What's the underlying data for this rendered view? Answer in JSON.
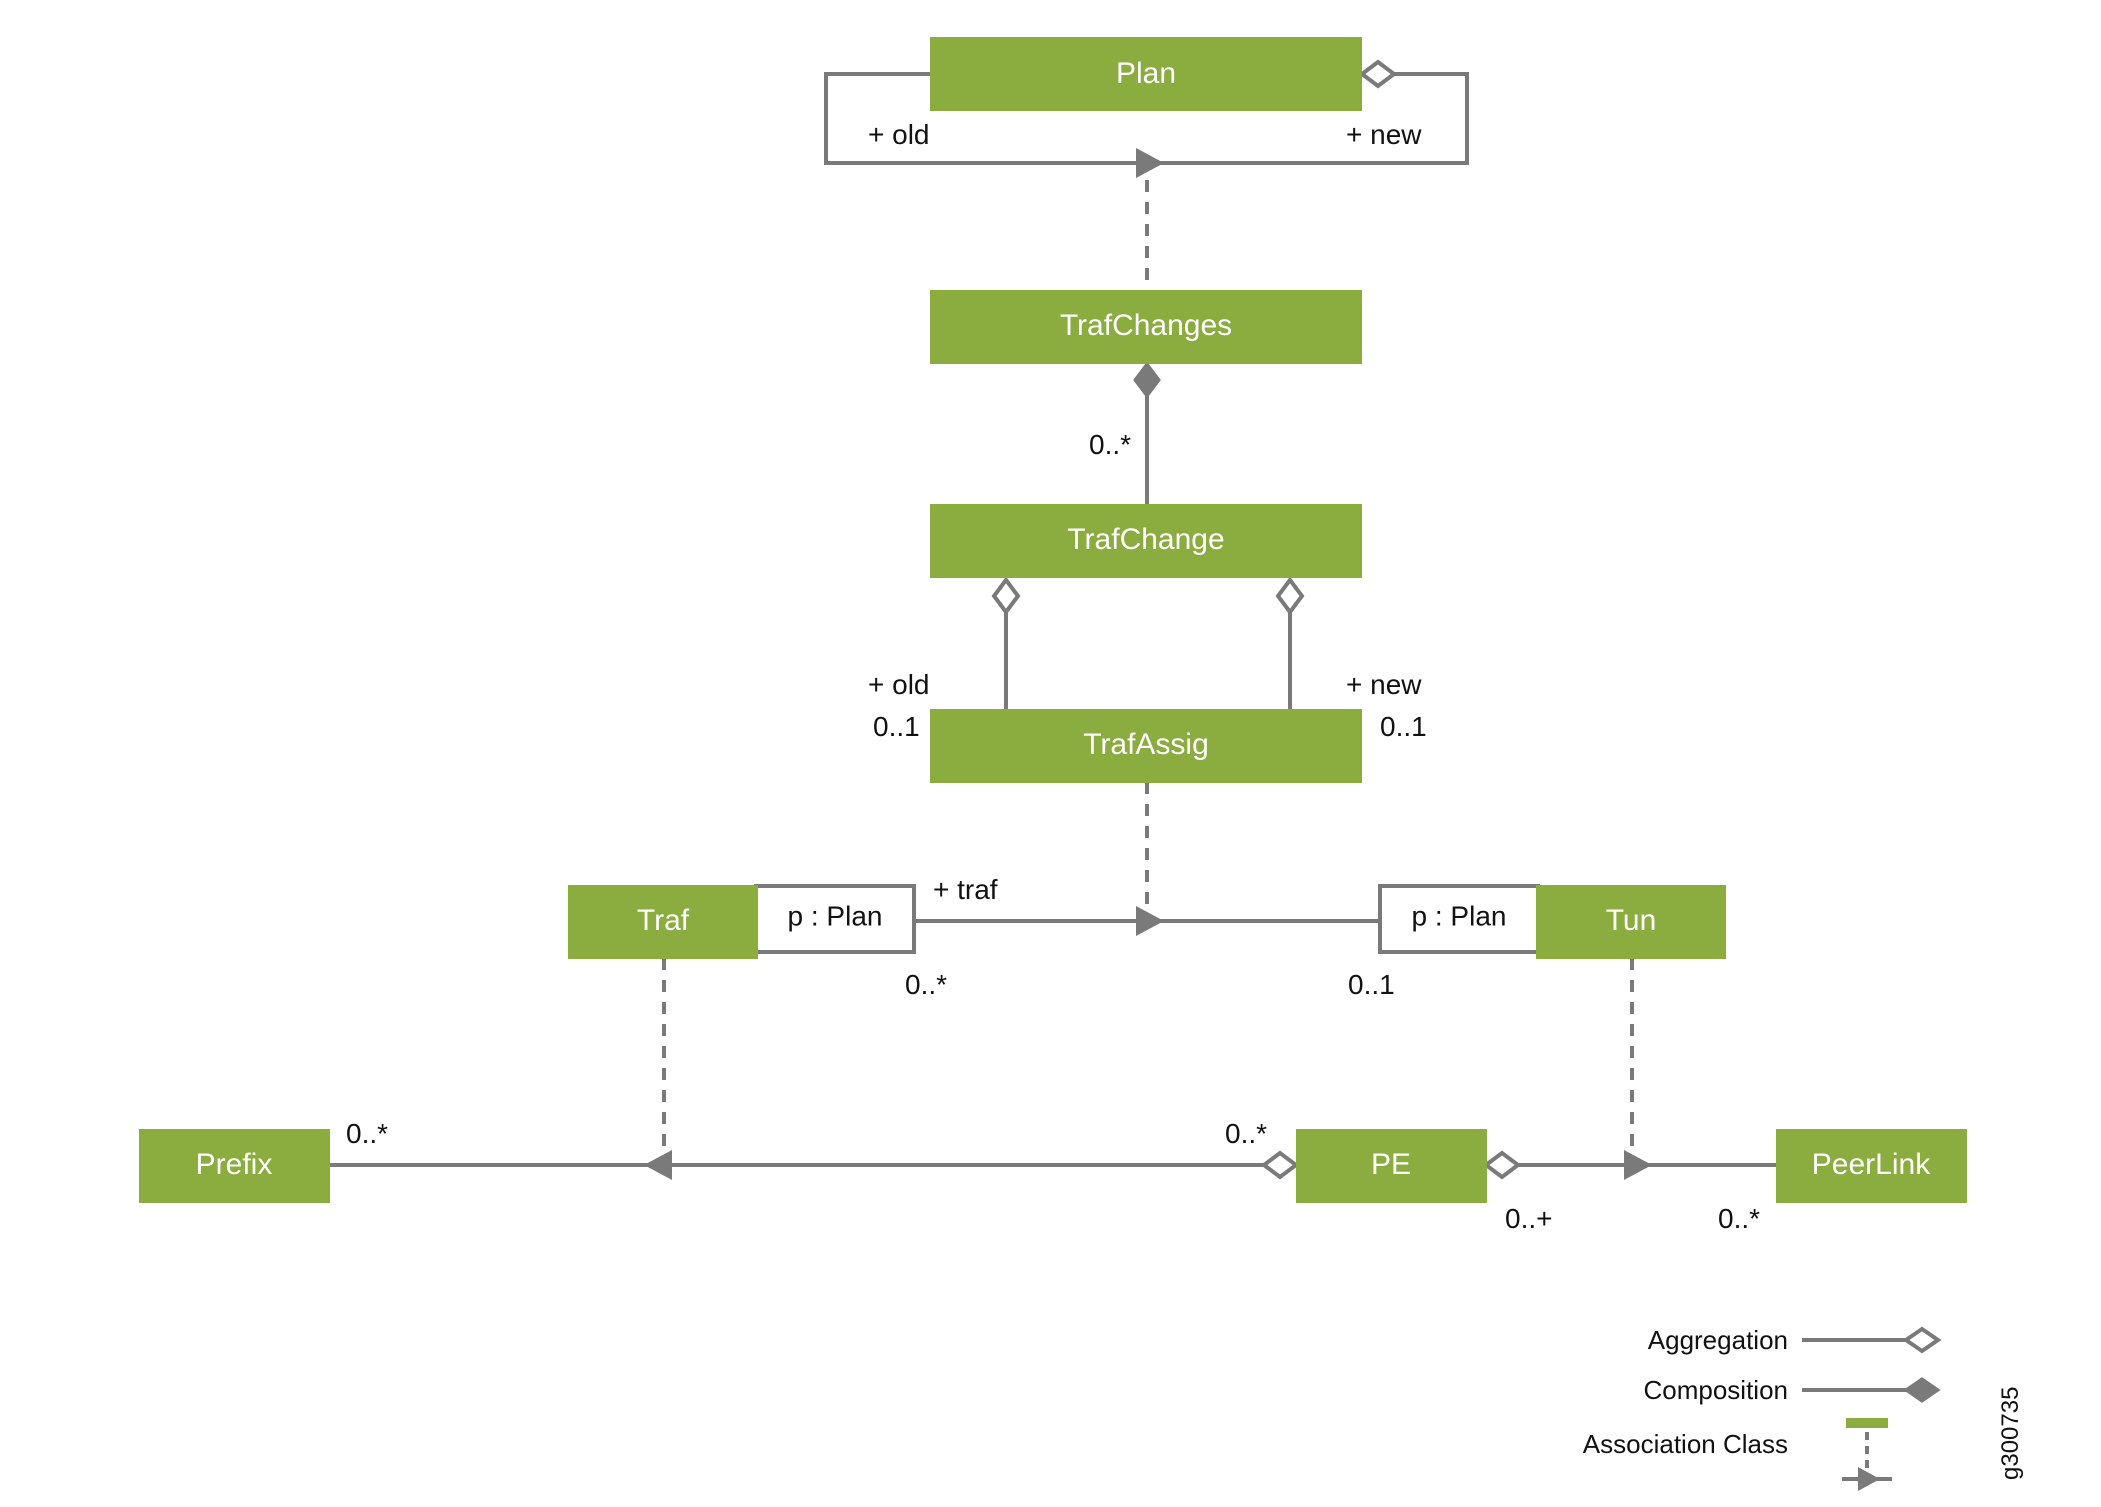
{
  "classes": {
    "plan": "Plan",
    "trafchanges": "TrafChanges",
    "trafchange": "TrafChange",
    "trafassig": "TrafAssig",
    "traf": "Traf",
    "tun": "Tun",
    "prefix": "Prefix",
    "pe": "PE",
    "peerlink": "PeerLink"
  },
  "qualifiers": {
    "traf": "p : Plan",
    "tun": "p : Plan"
  },
  "labels": {
    "plan_old": "+ old",
    "plan_new": "+ new",
    "trafchanges_mult": "0..*",
    "trafchange_old": "+ old",
    "trafchange_old_mult": "0..1",
    "trafchange_new": "+ new",
    "trafchange_new_mult": "0..1",
    "traf_role": "+ traf",
    "traf_mult": "0..*",
    "tun_mult": "0..1",
    "prefix_mult": "0..*",
    "pe_left_mult": "0..*",
    "pe_right_mult": "0..+",
    "peerlink_mult": "0..*"
  },
  "legend": {
    "aggregation": "Aggregation",
    "composition": "Composition",
    "association_class": "Association Class"
  },
  "figure_id": "g300735",
  "colors": {
    "class_fill": "#8bac3e",
    "line": "#7a7a7a",
    "text": "#111111"
  }
}
